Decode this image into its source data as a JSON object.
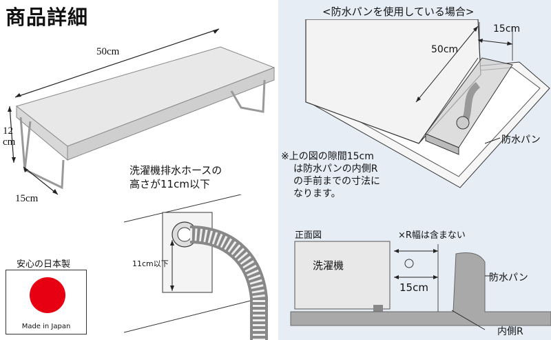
{
  "left": {
    "title": "商品詳細",
    "dim_width": "50cm",
    "dim_height": "12\ncm",
    "dim_depth": "15cm",
    "hose_caption_line1": "洗濯機排水ホースの",
    "hose_caption_line2": "高さが11cm以下",
    "hose_height_label": "11cm以下",
    "japan_label": "安心の日本製",
    "made_in": "Made in Japan"
  },
  "right": {
    "caption": "<防水パンを使用している場合>",
    "dim_50": "50cm",
    "dim_15": "15cm",
    "pan_label": "防水パン",
    "note_line1": "※上の図の隙間15cm",
    "note_line2": "は防水パンの内側R",
    "note_line3": "の手前までの寸法に",
    "note_line4": "なります。",
    "front_view": "正面図",
    "r_width_note": "×R幅は含まない",
    "washer": "洗濯機",
    "front_15": "15cm",
    "front_pan": "防水パン",
    "inner_r": "内側R"
  },
  "colors": {
    "flag_red": "#e60012",
    "panel_bg": "#e6edf5",
    "pan_gray": "#a9a9a9"
  }
}
